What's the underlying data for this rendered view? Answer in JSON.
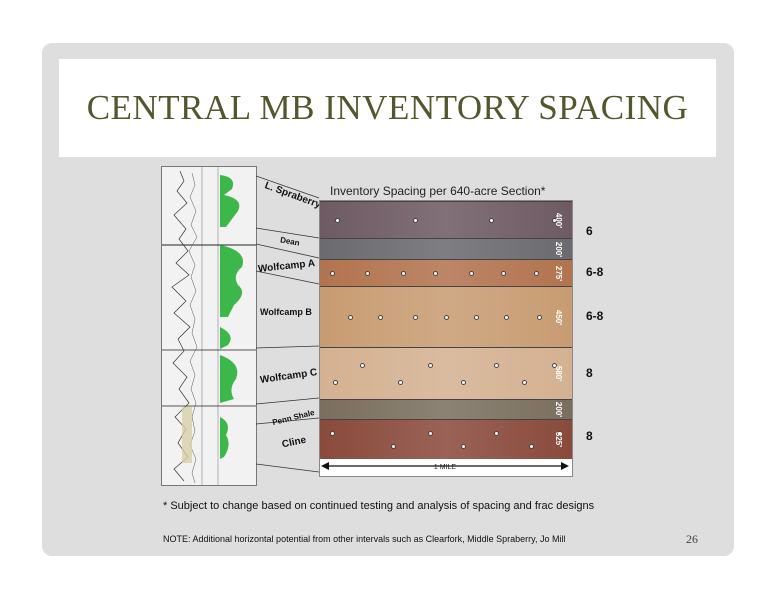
{
  "slide": {
    "title": "CENTRAL MB INVENTORY SPACING",
    "chart_title": "Inventory Spacing per 640-acre Section*",
    "scale_label": "1 MILE",
    "footnote": "* Subject to change based on continued testing and analysis of spacing and frac designs",
    "note": "NOTE: Additional horizontal potential from other intervals such as Clearfork, Middle Spraberry, Jo Mill",
    "page_number": "26"
  },
  "formation_labels": [
    "L. Spraberry Shale",
    "Dean",
    "Wolfcamp A",
    "Wolfcamp B",
    "Wolfcamp C",
    "Penn Shale",
    "Cline"
  ],
  "bands": [
    {
      "name": "L. Spraberry Shale",
      "thickness_label": "400'",
      "color": "#6e5a63",
      "wells": 6,
      "rows": [
        [
          0.07,
          0.38,
          0.68,
          0.93
        ]
      ]
    },
    {
      "name": "Dean",
      "thickness_label": "200'",
      "color": "#6a6a6f",
      "wells": null,
      "rows": []
    },
    {
      "name": "Wolfcamp A",
      "thickness_label": "275'",
      "color": "#b2734f",
      "wells": null,
      "rows": [
        [
          0.05,
          0.19,
          0.33,
          0.46,
          0.6,
          0.73,
          0.86
        ]
      ]
    },
    {
      "name": "Wolfcamp B",
      "thickness_label": "450'",
      "color": "#c89c72",
      "wells": null,
      "rows": [
        [
          0.12,
          0.24,
          0.38,
          0.5,
          0.62,
          0.74,
          0.87
        ]
      ]
    },
    {
      "name": "Wolfcamp C",
      "thickness_label": "580'",
      "color": "#d4b191",
      "wells": 8,
      "rows": [
        [
          0.17,
          0.44,
          0.7,
          0.93
        ],
        [
          0.06,
          0.32,
          0.57,
          0.81
        ]
      ]
    },
    {
      "name": "Penn Shale",
      "thickness_label": "200'",
      "color": "#7a6f5e",
      "wells": null,
      "rows": []
    },
    {
      "name": "Cline",
      "thickness_label": "325'",
      "color": "#8a4a3c",
      "wells": 8,
      "rows": [
        [
          0.05,
          0.44,
          0.7,
          0.95
        ],
        [
          0.29,
          0.57,
          0.84
        ]
      ]
    }
  ],
  "counts": [
    "6",
    "6-8",
    "6-8",
    "8",
    "8"
  ]
}
